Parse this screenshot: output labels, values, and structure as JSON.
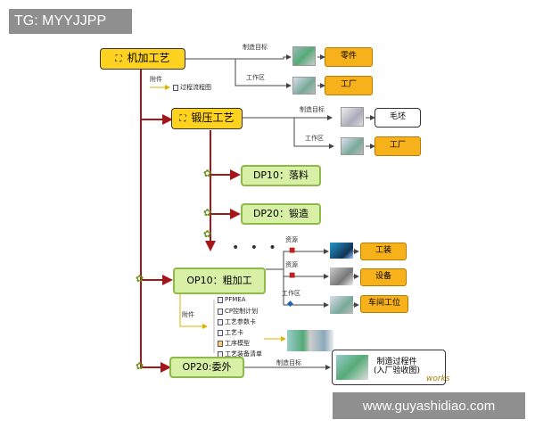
{
  "watermark_top": "TG: MYYJJPP",
  "watermark_bottom": "www.guyashidiao.com",
  "nodes": {
    "machining": "机加工艺",
    "forging": "锻压工艺",
    "dp10": "DP10：落料",
    "dp20": "DP20：锻造",
    "op10": "OP10：粗加工",
    "op20": "OP20:委外"
  },
  "targets": {
    "part": "零件",
    "factory1": "工厂",
    "blank": "毛坯",
    "factory2": "工厂",
    "tooling": "工装",
    "equipment": "设备",
    "workstation": "车间工位",
    "mfg_process": "制造过程件\n(入厂验收图)"
  },
  "edge_labels": {
    "mfg_target1": "制造目标",
    "work_area1": "工作区",
    "attachment1": "附件",
    "mfg_target2": "制造目标",
    "work_area2": "工作区",
    "resource1": "资源",
    "resource2": "资源",
    "work_area3": "工作区",
    "attachment2": "附件",
    "mfg_target3": "制造目标"
  },
  "process_flow_doc": "过程流程图",
  "op10_attachments": [
    "PFMEA",
    "CP控制计划",
    "工艺参数卡",
    "工艺卡",
    "工序模型",
    "工艺装备清单"
  ],
  "ellipsis": "• • •",
  "brand_mark": "works",
  "colors": {
    "line_red": "#a3171b",
    "line_gray": "#555555",
    "yellow": "#ffd21f",
    "green_fill": "#d8f0a6",
    "orange": "#f7b11b"
  }
}
